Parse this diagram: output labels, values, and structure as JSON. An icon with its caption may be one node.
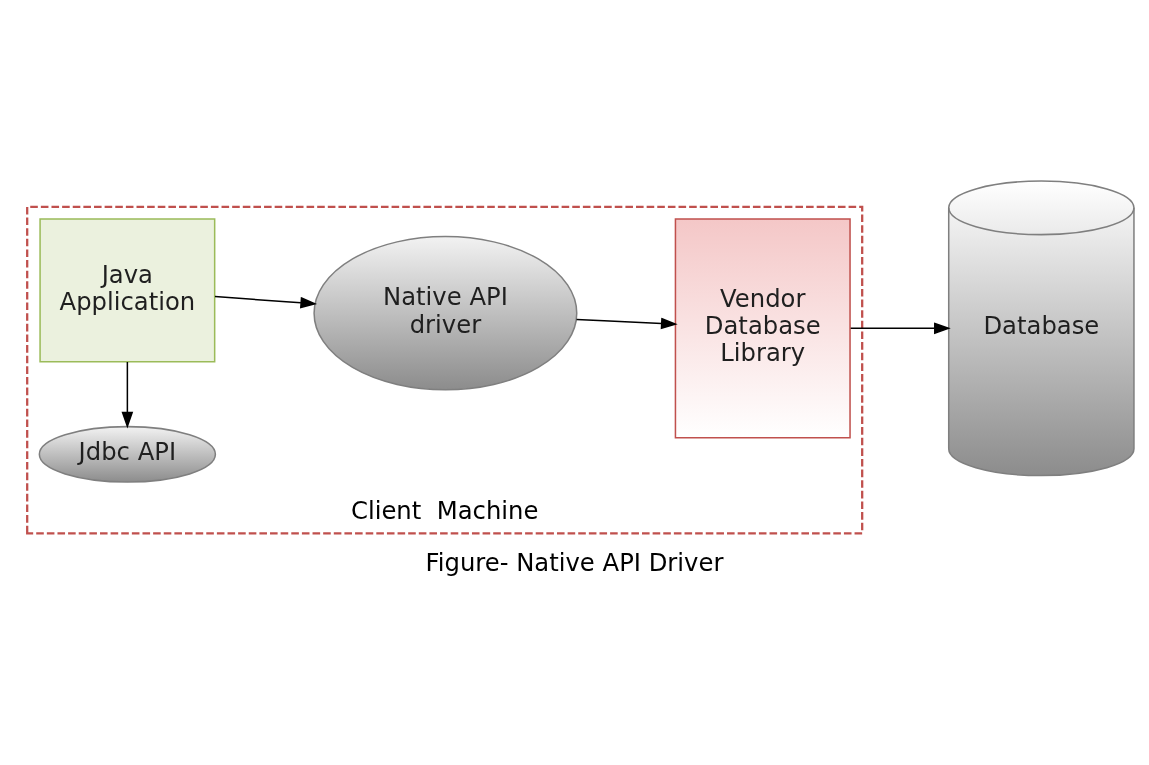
{
  "diagram": {
    "caption": "Figure- Native API Driver",
    "nodes": [
      {
        "text": [
          "Client  Machine"
        ]
      },
      {
        "text": [
          "Jdbc API"
        ],
        "in": 0
      },
      {
        "text": [
          "Java Application"
        ],
        "in": 0
      },
      {
        "text": [
          "Native API driver"
        ],
        "in": 0
      },
      {
        "text": [
          "Vendor Database Library"
        ],
        "in": 0
      },
      {
        "text": [
          "Database"
        ]
      }
    ],
    "edges": [
      {
        "from": 2,
        "to": 1,
        "arrow": "to"
      },
      {
        "from": 2,
        "to": 3,
        "arrow": "to"
      },
      {
        "from": 3,
        "to": 4,
        "arrow": "to"
      },
      {
        "from": 4,
        "to": 5,
        "arrow": "to"
      }
    ]
  }
}
